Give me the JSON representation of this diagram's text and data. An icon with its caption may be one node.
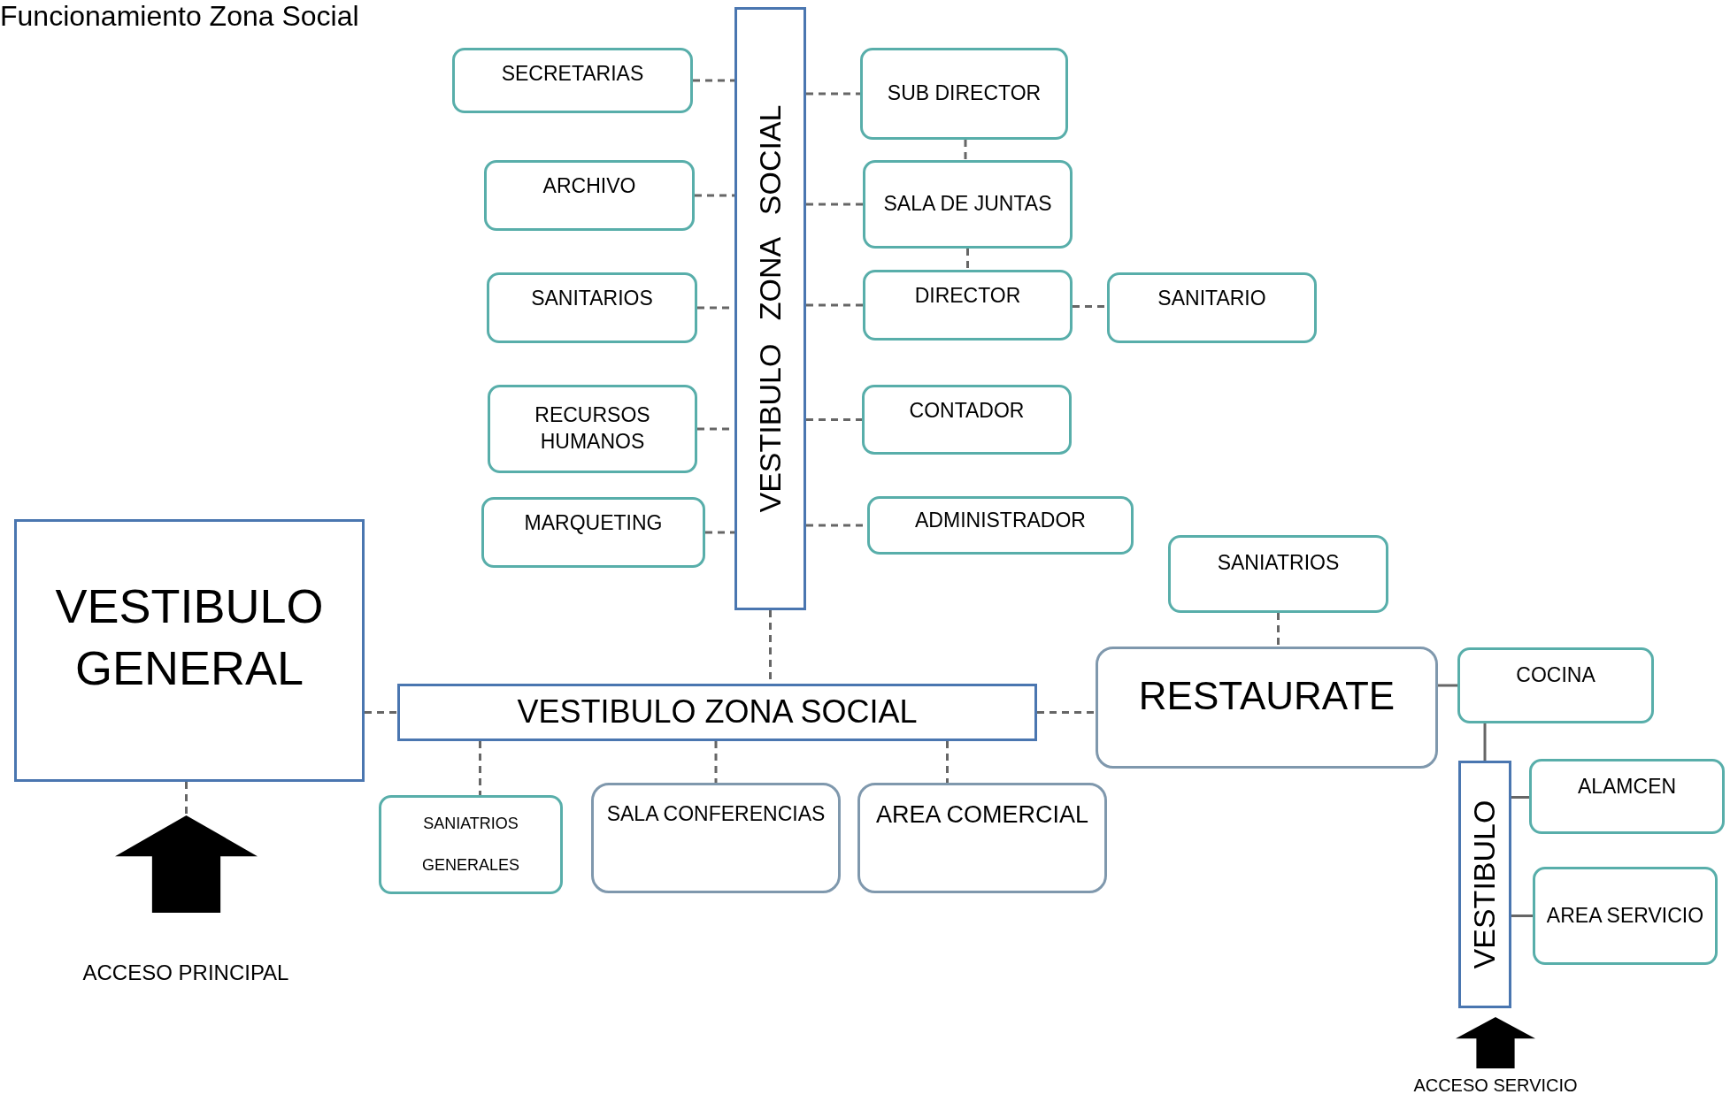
{
  "diagram": {
    "title": "Funcionamiento Zona Social",
    "nodes": [
      {
        "text": [
          "VESTIBULO ZONA SOCIAL"
        ]
      },
      {
        "text": [
          "SECRETARIAS"
        ]
      },
      {
        "text": [
          "SUB DIRECTOR"
        ]
      },
      {
        "text": [
          "ARCHIVO"
        ]
      },
      {
        "text": [
          "SALA DE JUNTAS"
        ]
      },
      {
        "text": [
          "SANITARIOS"
        ]
      },
      {
        "text": [
          "DIRECTOR"
        ]
      },
      {
        "text": [
          "SANITARIO"
        ]
      },
      {
        "text": [
          "RECURSOS HUMANOS"
        ]
      },
      {
        "text": [
          "CONTADOR"
        ]
      },
      {
        "text": [
          "MARQUETING"
        ]
      },
      {
        "text": [
          "ADMINISTRADOR"
        ]
      },
      {
        "text": [
          "VESTIBULO GENERAL"
        ]
      },
      {
        "text": [
          "VESTIBULO ZONA SOCIAL"
        ]
      },
      {
        "text": [
          "SANIATRIOS"
        ]
      },
      {
        "text": [
          "RESTAURATE"
        ]
      },
      {
        "text": [
          "COCINA"
        ]
      },
      {
        "text": [
          "SANIATRIOS GENERALES"
        ]
      },
      {
        "text": [
          "SALA CONFERENCIAS"
        ]
      },
      {
        "text": [
          "AREA COMERCIAL"
        ]
      },
      {
        "text": [
          "ALAMCEN"
        ]
      },
      {
        "text": [
          "VESTIBULO"
        ]
      },
      {
        "text": [
          "AREA SERVICIO"
        ]
      },
      {
        "text": [],
        "shape": "arrow",
        "beside": [
          "ACCESO PRINCIPAL"
        ]
      },
      {
        "text": [],
        "shape": "arrow",
        "beside": [
          "ACCESO SERVICIO"
        ]
      }
    ],
    "edges": [
      {
        "from": 1,
        "to": 0,
        "arrow": "none",
        "style": "dashed"
      },
      {
        "from": 0,
        "to": 2,
        "arrow": "none",
        "style": "dashed"
      },
      {
        "from": 3,
        "to": 0,
        "arrow": "none",
        "style": "dashed"
      },
      {
        "from": 0,
        "to": 4,
        "arrow": "none",
        "style": "dashed"
      },
      {
        "from": 5,
        "to": 0,
        "arrow": "none",
        "style": "dashed"
      },
      {
        "from": 0,
        "to": 6,
        "arrow": "none",
        "style": "dashed"
      },
      {
        "from": 6,
        "to": 7,
        "arrow": "none",
        "style": "dashed"
      },
      {
        "from": 8,
        "to": 0,
        "arrow": "none",
        "style": "dashed"
      },
      {
        "from": 0,
        "to": 9,
        "arrow": "none",
        "style": "dashed"
      },
      {
        "from": 10,
        "to": 0,
        "arrow": "none",
        "style": "dashed"
      },
      {
        "from": 0,
        "to": 11,
        "arrow": "none",
        "style": "dashed"
      },
      {
        "from": 2,
        "to": 4,
        "arrow": "none",
        "style": "dashed"
      },
      {
        "from": 4,
        "to": 6,
        "arrow": "none",
        "style": "dashed"
      },
      {
        "from": 0,
        "to": 13,
        "arrow": "none",
        "style": "dashed"
      },
      {
        "from": 12,
        "to": 13,
        "arrow": "none",
        "style": "dashed"
      },
      {
        "from": 13,
        "to": 15,
        "arrow": "none",
        "style": "dashed"
      },
      {
        "from": 14,
        "to": 15,
        "arrow": "none",
        "style": "dashed"
      },
      {
        "from": 13,
        "to": 17,
        "arrow": "none",
        "style": "dashed"
      },
      {
        "from": 13,
        "to": 18,
        "arrow": "none",
        "style": "dashed"
      },
      {
        "from": 13,
        "to": 19,
        "arrow": "none",
        "style": "dashed"
      },
      {
        "from": 12,
        "to": 23,
        "arrow": "none",
        "style": "dashed"
      },
      {
        "from": 15,
        "to": 16,
        "arrow": "none"
      },
      {
        "from": 16,
        "to": 21,
        "arrow": "none"
      },
      {
        "from": 21,
        "to": 20,
        "arrow": "none"
      },
      {
        "from": 21,
        "to": 22,
        "arrow": "none"
      }
    ]
  }
}
